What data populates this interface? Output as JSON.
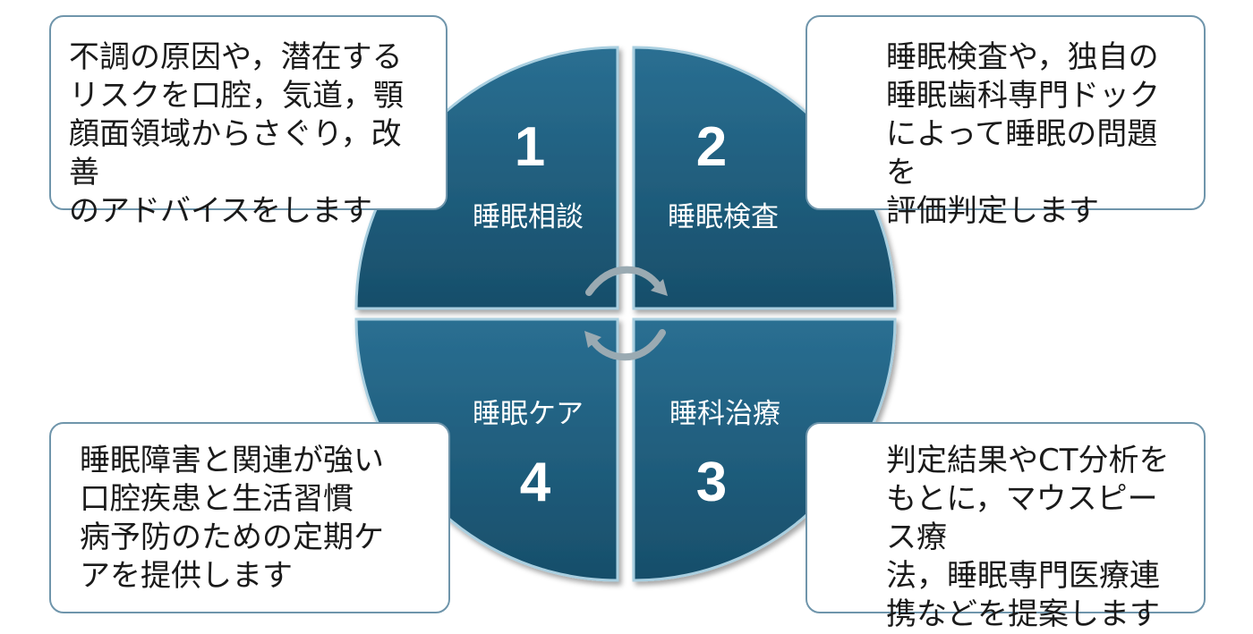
{
  "quadrants": [
    {
      "number": "1",
      "label": "睡眠相談"
    },
    {
      "number": "2",
      "label": "睡眠検査"
    },
    {
      "number": "3",
      "label": "睡科治療"
    },
    {
      "number": "4",
      "label": "睡眠ケア"
    }
  ],
  "boxes": {
    "consultation": [
      "不調の原因や，潜在する",
      "リスクを口腔，気道，顎",
      "顔面領域からさぐり，改善",
      "のアドバイスをします"
    ],
    "examination": [
      "睡眠検査や，独自の",
      "睡眠歯科専門ドック",
      "によって睡眠の問題を",
      "評価判定します"
    ],
    "treatment": [
      "判定結果やCT分析を",
      "もとに，マウスピース療",
      "法，睡眠専門医療連",
      "携などを提案します"
    ],
    "care": [
      "睡眠障害と関連が強い",
      "口腔疾患と生活習慣",
      "病予防のための定期ケ",
      "アを提供します"
    ]
  },
  "colors": {
    "quadrant_fill": "#1f5e7e",
    "quadrant_edge": "#a9cfe0",
    "box_border": "#6f95ab",
    "arrow": "#9aaab2"
  },
  "icons": [
    "cycle-arrow-icon",
    "cycle-arrow-icon"
  ]
}
